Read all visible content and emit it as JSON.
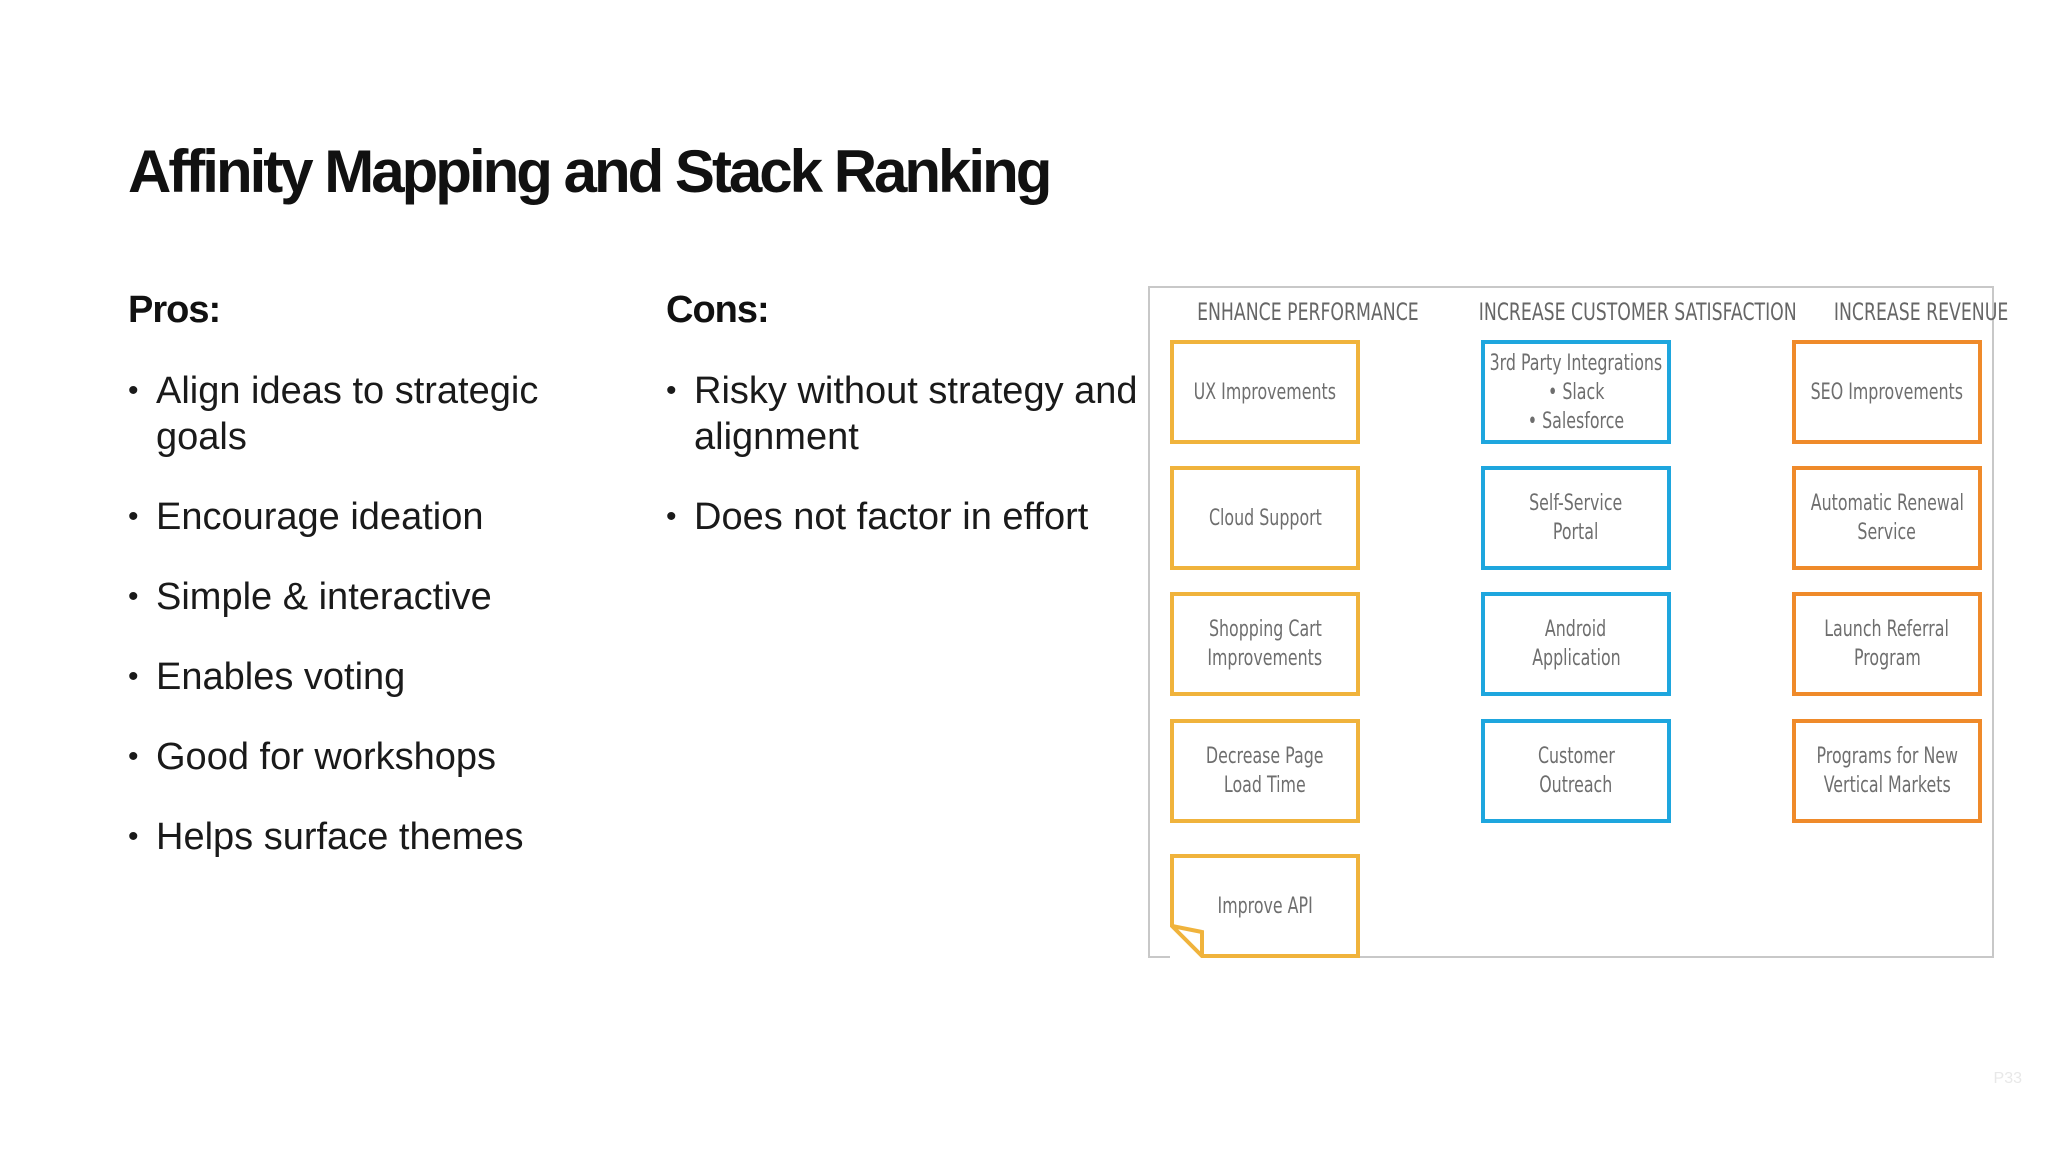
{
  "slide": {
    "title": "Affinity Mapping and Stack Ranking",
    "page_number": "P33"
  },
  "pros": {
    "heading": "Pros:",
    "items": [
      "Align ideas to strategic goals",
      "Encourage ideation",
      "Simple & interactive",
      "Enables voting",
      "Good for workshops",
      "Helps surface themes"
    ]
  },
  "cons": {
    "heading": "Cons:",
    "items": [
      "Risky without strategy and alignment",
      "Does not factor in effort"
    ]
  },
  "affinity_board": {
    "colors": {
      "enhance_performance": "#f0b33c",
      "increase_customer_satisfaction": "#1ea6de",
      "increase_revenue": "#ef8a2a",
      "border": "#c8c8c8"
    },
    "groups": [
      {
        "heading": "ENHANCE PERFORMANCE",
        "notes": [
          [
            "UX Improvements"
          ],
          [
            "Cloud Support"
          ],
          [
            "Shopping Cart",
            "Improvements"
          ],
          [
            "Decrease Page",
            "Load Time"
          ],
          [
            "Improve API"
          ]
        ]
      },
      {
        "heading": "INCREASE CUSTOMER SATISFACTION",
        "notes": [
          [
            "3rd Party Integrations",
            "• Slack",
            "• Salesforce"
          ],
          [
            "Self-Service",
            "Portal"
          ],
          [
            "Android",
            "Application"
          ],
          [
            "Customer",
            "Outreach"
          ]
        ]
      },
      {
        "heading": "INCREASE REVENUE",
        "notes": [
          [
            "SEO Improvements"
          ],
          [
            "Automatic Renewal",
            "Service"
          ],
          [
            "Launch Referral",
            "Program"
          ],
          [
            "Programs for New",
            "Vertical Markets"
          ]
        ]
      }
    ]
  }
}
